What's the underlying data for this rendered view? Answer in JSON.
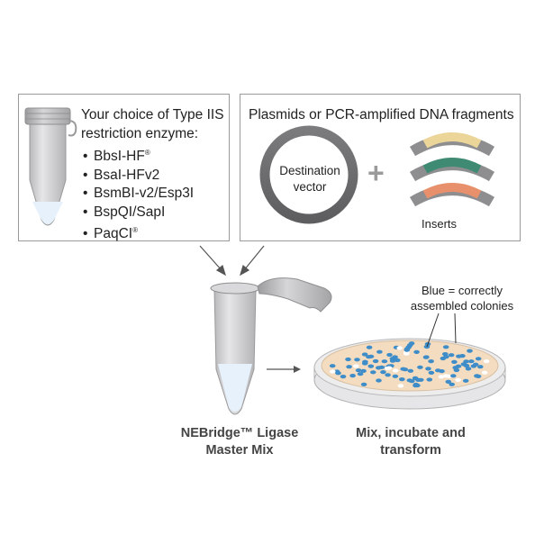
{
  "left_panel": {
    "heading": "Your choice of Type IIS restriction enzyme:",
    "enzymes": [
      {
        "name": "BbsI-HF",
        "mark": "®"
      },
      {
        "name": "BsaI-HFv2",
        "mark": ""
      },
      {
        "name": "BsmBI-v2/Esp3I",
        "mark": ""
      },
      {
        "name": "BspQI/SapI",
        "mark": ""
      },
      {
        "name": "PaqCI",
        "mark": "®"
      }
    ],
    "bullet": "•"
  },
  "right_panel": {
    "heading": "Plasmids or PCR-amplified DNA fragments",
    "destination_label": "Destination vector",
    "plus": "+",
    "inserts_label": "Inserts",
    "insert_colors": [
      "#ecd598",
      "#3f8a73",
      "#e8906b"
    ]
  },
  "bottom": {
    "ligase_label": "NEBridge™ Ligase Master Mix",
    "transform_label": "Mix, incubate and transform",
    "colonies_label": "Blue = correctly assembled colonies"
  },
  "colors": {
    "colony_blue": "#3f8dc8",
    "plate_agar": "#f3dcc0",
    "tube_gray": "#cfcfd1",
    "liquid": "#e4f0fb"
  }
}
